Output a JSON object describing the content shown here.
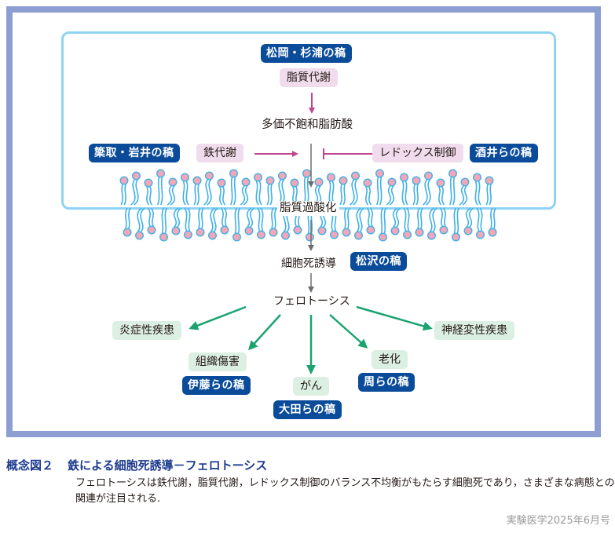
{
  "diagram": {
    "references": {
      "matsuoka_sugiura": "松岡・杉浦の稿",
      "yanadori_iwai": "簗取・岩井の稿",
      "sakai": "酒井らの稿",
      "matsuzawa": "松沢の稿",
      "ito": "伊藤らの稿",
      "ota": "大田らの稿",
      "zhou": "周らの稿"
    },
    "regulators": {
      "lipid_metabolism": "脂質代謝",
      "iron_metabolism": "鉄代謝",
      "redox_control": "レドックス制御"
    },
    "pathway": {
      "pufa": "多価不飽和脂肪酸",
      "lipid_peroxidation": "脂質過酸化",
      "cell_death_induction": "細胞死誘導",
      "ferroptosis": "フェロトーシス"
    },
    "diseases": {
      "inflammatory": "炎症性疾患",
      "tissue_injury": "組織傷害",
      "cancer": "がん",
      "aging": "老化",
      "neurodegenerative": "神経変性疾患"
    },
    "colors": {
      "frame": "#8c9ed2",
      "inner_box": "#8fd3f4",
      "reference_badge": "#0b4c9a",
      "regulator_badge": "#f0dcec",
      "disease_badge": "#dcefe3",
      "activation_arrow": "#c0468f",
      "pathway_arrow": "#6e6e6e",
      "disease_arrow": "#1aa36f",
      "lipid_tail": "#3fb1e6",
      "lipid_head": "#f3a6b8"
    },
    "edges": [
      {
        "from": "lipid_metabolism",
        "to": "pufa",
        "type": "activation"
      },
      {
        "from": "iron_metabolism",
        "to": "lipid_peroxidation",
        "type": "activation"
      },
      {
        "from": "redox_control",
        "to": "lipid_peroxidation",
        "type": "inhibition"
      },
      {
        "from": "pufa",
        "to": "lipid_peroxidation",
        "type": "pathway"
      },
      {
        "from": "lipid_peroxidation",
        "to": "cell_death_induction",
        "type": "pathway"
      },
      {
        "from": "cell_death_induction",
        "to": "ferroptosis",
        "type": "pathway"
      },
      {
        "from": "ferroptosis",
        "to": "inflammatory",
        "type": "outcome"
      },
      {
        "from": "ferroptosis",
        "to": "tissue_injury",
        "type": "outcome"
      },
      {
        "from": "ferroptosis",
        "to": "cancer",
        "type": "outcome"
      },
      {
        "from": "ferroptosis",
        "to": "aging",
        "type": "outcome"
      },
      {
        "from": "ferroptosis",
        "to": "neurodegenerative",
        "type": "outcome"
      }
    ]
  },
  "caption": {
    "label": "概念図２",
    "title": "鉄による細胞死誘導－フェロトーシス",
    "body": "フェロトーシスは鉄代謝，脂質代謝，レドックス制御のバランス不均衡がもたらす細胞死であり，さまざまな病態との関連が注目される."
  },
  "source": "実験医学2025年6月号"
}
